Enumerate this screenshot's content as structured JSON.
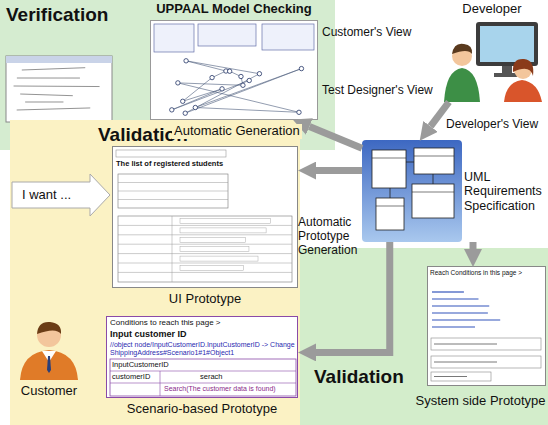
{
  "diagram": {
    "nodes": [
      {
        "text": [
          "Verification"
        ]
      },
      {
        "text": [
          "UPPAAL Model Checking"
        ],
        "in": 0
      },
      {
        "text": [
          "Developer"
        ]
      },
      {
        "text": [
          "UML Requirements Specification"
        ]
      },
      {
        "text": [
          "Validation"
        ]
      },
      {
        "text": [
          "UI Prototype"
        ],
        "in": 4
      },
      {
        "text": [
          "Scenario-based Prototype"
        ],
        "in": 4
      },
      {
        "text": [
          "Customer"
        ],
        "in": 4
      },
      {
        "text": [
          "Validation"
        ]
      },
      {
        "text": [
          "System side Prototype"
        ],
        "in": 8
      }
    ],
    "edges": [
      {
        "from": 3,
        "to": 1,
        "label": "Automatic Generation",
        "arrow": "to"
      },
      {
        "from": 2,
        "to": 3,
        "arrow": "to"
      },
      {
        "from": 3,
        "to": 5,
        "arrow": "to"
      },
      {
        "from": 3,
        "to": 6,
        "arrow": "to"
      },
      {
        "from": 3,
        "to": 9,
        "arrow": "to"
      }
    ],
    "labels": [
      "Customer's View",
      "Test Designer's View",
      "Developer's View",
      "Automatic Prototype Generation",
      "I want ...",
      "The list of registered students",
      "Conditions to reach this page >",
      "Input customer ID",
      "//object node/InputCustomerID.InputCustomerID -> ChangeShippingAddress#Scenario1#1#Object1",
      "InputCustomerID",
      "customerID",
      "serach",
      "Search(The customer data is found)",
      "Reach Conditions in this page >"
    ]
  }
}
